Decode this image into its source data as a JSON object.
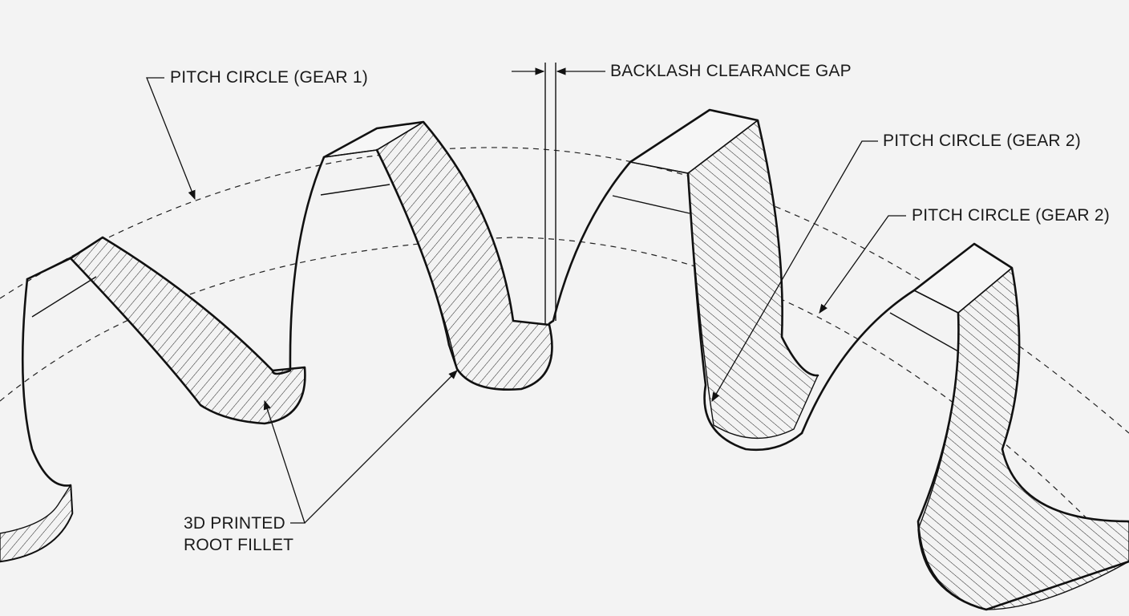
{
  "labels": {
    "pitch_circle_gear1": "PITCH CIRCLE (GEAR 1)",
    "backlash_gap": "BACKLASH CLEARANCE GAP",
    "pitch_circle_gear2_upper": "PITCH CIRCLE (GEAR 2)",
    "pitch_circle_gear2_lower": "PITCH CIRCLE (GEAR 2)",
    "root_fillet_line1": "3D PRINTED",
    "root_fillet_line2": "ROOT FILLET"
  }
}
